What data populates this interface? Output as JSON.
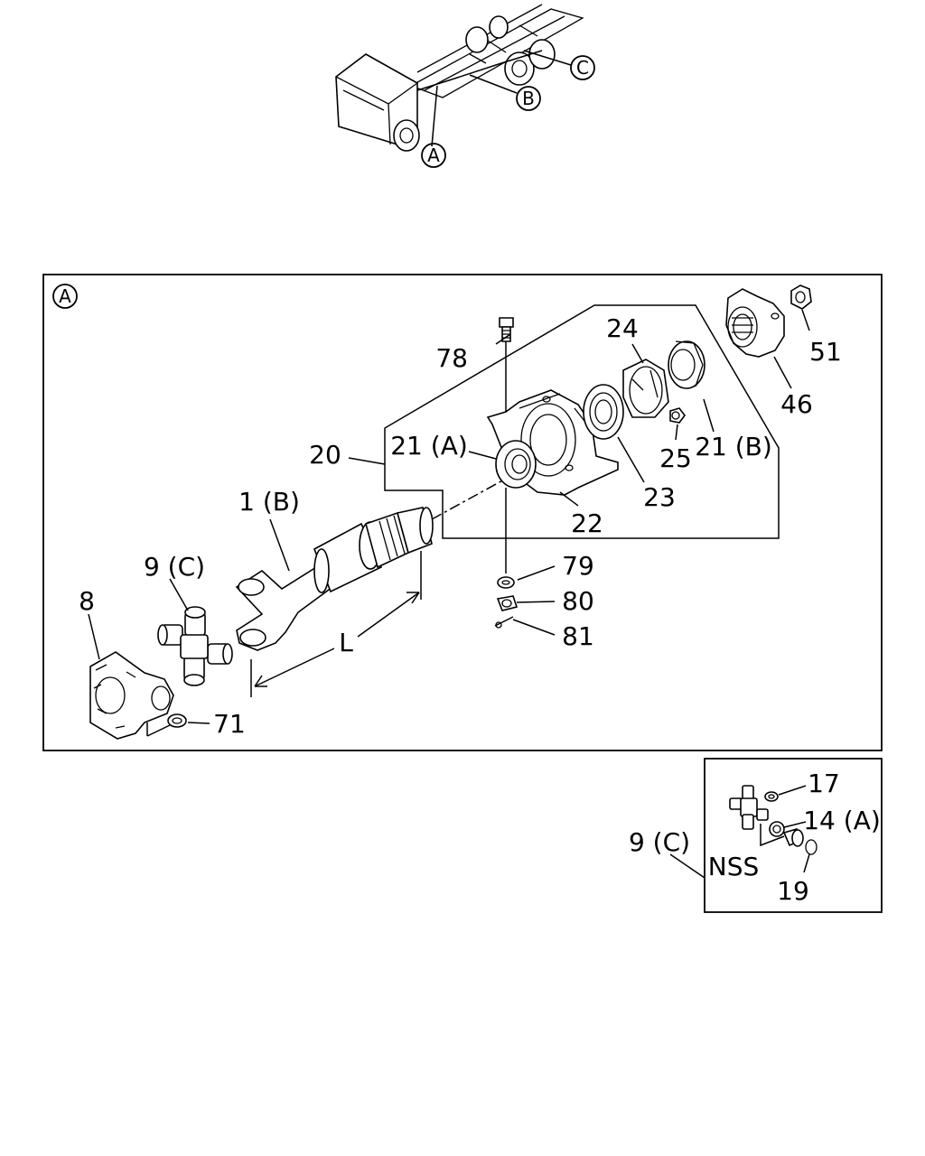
{
  "locator": {
    "markers": [
      "A",
      "B",
      "C"
    ]
  },
  "main_view": {
    "view_marker": "A",
    "dimension_label": "L",
    "callouts": {
      "p78": "78",
      "p24": "24",
      "p51": "51",
      "p46": "46",
      "p20": "20",
      "p21a": "21 (A)",
      "p25": "25",
      "p21b": "21 (B)",
      "p23": "23",
      "p1b": "1 (B)",
      "p22": "22",
      "p9c": "9 (C)",
      "p79": "79",
      "p8": "8",
      "p80": "80",
      "p81": "81",
      "p71": "71"
    }
  },
  "detail_view": {
    "callouts": {
      "p17": "17",
      "p14a": "14 (A)",
      "p9c": "9 (C)",
      "nss": "NSS",
      "p19": "19"
    }
  }
}
